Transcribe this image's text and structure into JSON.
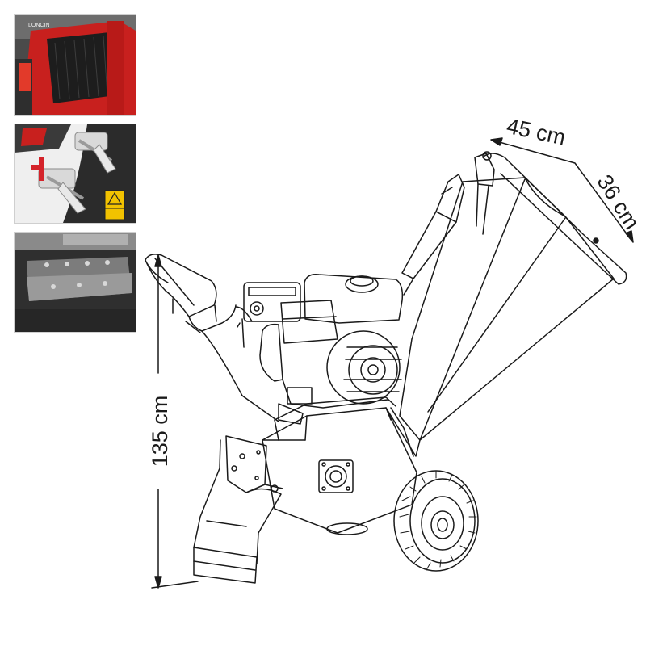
{
  "thumbnails": [
    {
      "name": "hopper-thumbnail",
      "subject": "red-hopper-with-rubber-curtain",
      "brand_text": "LONCIN",
      "accent": "#c8201e"
    },
    {
      "name": "latch-thumbnail",
      "subject": "toggle-latches-with-warning-label",
      "accent": "#d4232a",
      "label_color": "#f2c200"
    },
    {
      "name": "blade-thumbnail",
      "subject": "chipper-blade-inside-housing"
    }
  ],
  "dimensions": {
    "height_label": "135 cm",
    "width_label": "45 cm",
    "depth_label": "36 cm"
  },
  "colors": {
    "line": "#1a1a1a",
    "background": "#ffffff"
  }
}
